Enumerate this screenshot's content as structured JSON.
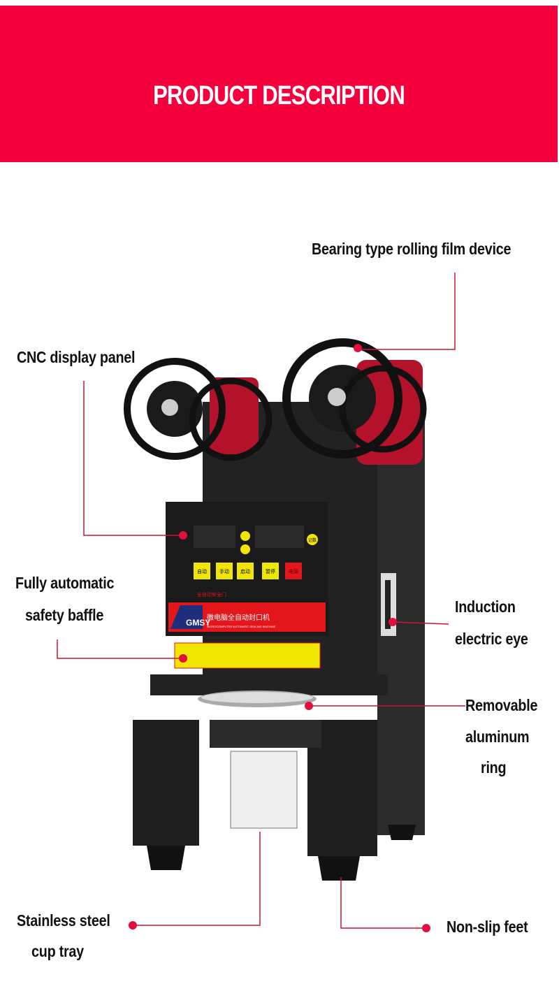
{
  "banner": {
    "title": "PRODUCT DESCRIPTION",
    "color": "#f5003d"
  },
  "callouts": {
    "film_device": "Bearing type rolling film device",
    "display_panel": "CNC display panel",
    "safety_baffle": [
      "Fully automatic",
      "safety baffle"
    ],
    "electric_eye": [
      "Induction",
      "electric eye"
    ],
    "aluminum_ring": [
      "Removable",
      "aluminum",
      "ring"
    ],
    "cup_tray": [
      "Stainless steel",
      "cup tray"
    ],
    "feet": "Non-slip feet"
  },
  "machine": {
    "buttons": [
      "自动",
      "手动",
      "启动",
      "暂停",
      "电源"
    ],
    "reset_button": "记数",
    "door_warning": "全自动安全门",
    "brand": "GMSY",
    "model_cn": "微电脑全自动封口机",
    "model_en": "MICROCOMPUTER AUTOMATIC SEALING MACHINE"
  },
  "colors": {
    "callout_line": "#d0103a",
    "machine_body": "#1c1c1c"
  }
}
